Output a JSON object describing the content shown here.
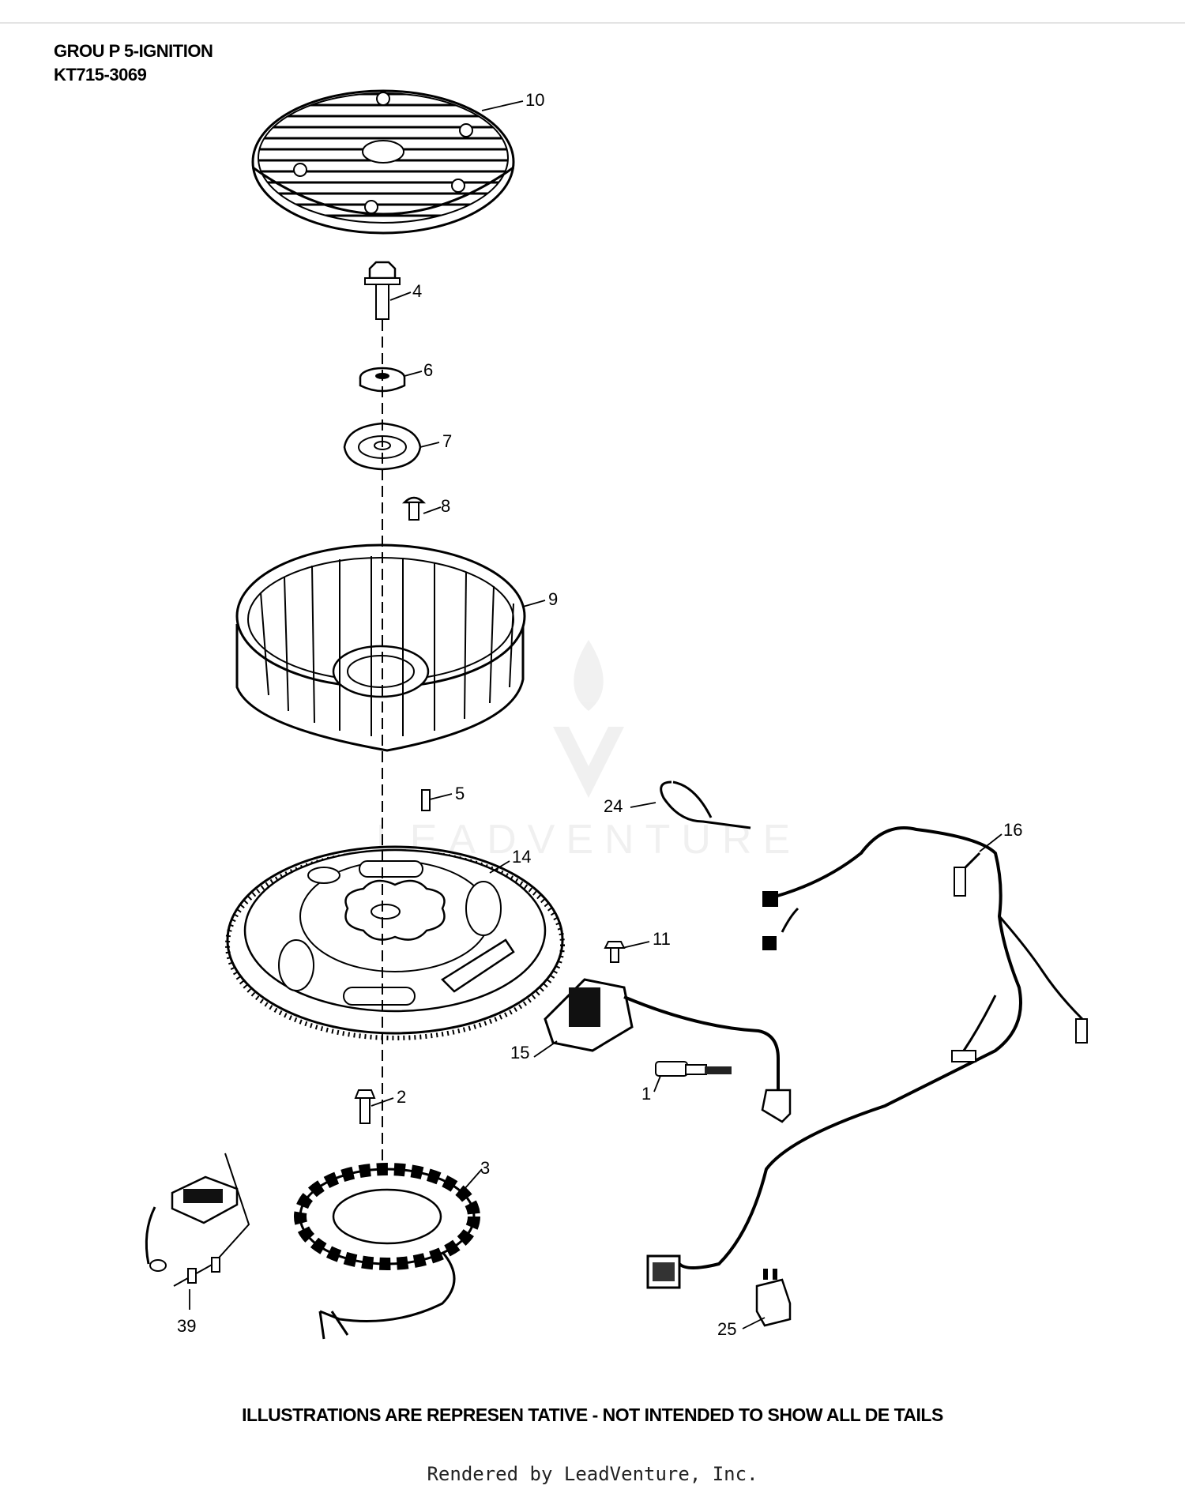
{
  "header": {
    "group": "GROU P 5-IGNITION",
    "model": "KT715-3069"
  },
  "callouts": [
    "10",
    "4",
    "6",
    "7",
    "8",
    "9",
    "5",
    "24",
    "16",
    "14",
    "11",
    "15",
    "1",
    "2",
    "3",
    "39",
    "25"
  ],
  "watermark": "LEADVENTURE",
  "footer": {
    "disclaimer": "ILLUSTRATIONS ARE REPRESEN  TATIVE - NOT INTENDED  TO SHOW ALL DE TAILS",
    "rendered_by": "Rendered by LeadVenture, Inc."
  }
}
